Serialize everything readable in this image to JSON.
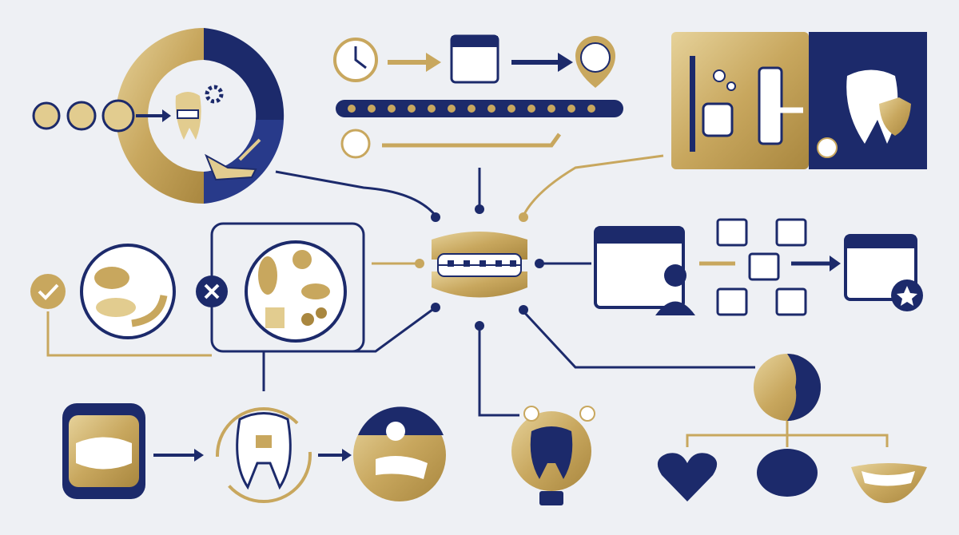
{
  "colors": {
    "navy": "#1c2a6b",
    "gold": "#c8a75e",
    "gold_light": "#e2cc8f",
    "background": "#eef0f4",
    "white": "#ffffff"
  },
  "diagram": {
    "center": {
      "icon": "braces-teeth-icon"
    },
    "clusters": [
      {
        "id": "growth-cycle",
        "icons": [
          "child-face-icon",
          "teen-face-icon",
          "adult-face-icon",
          "tooth-bracket-icon",
          "gear-icon",
          "jaw-icon"
        ]
      },
      {
        "id": "treatment-timeline",
        "icons": [
          "clock-icon",
          "calendar-icon",
          "clock-pin-icon",
          "timeline-bar",
          "small-clock-icon"
        ]
      },
      {
        "id": "hygiene",
        "icons": [
          "toothbrush-icon",
          "water-drops-icon",
          "floss-icon",
          "water-flosser-icon",
          "protected-tooth-icon",
          "check-icon"
        ]
      },
      {
        "id": "diet",
        "icons": [
          "check-icon",
          "soft-food-plate-icon",
          "x-icon",
          "hard-food-plate-icon"
        ]
      },
      {
        "id": "appointments",
        "icons": [
          "dentist-calendar-icon",
          "checked-calendar-icon",
          "star-calendar-icon"
        ]
      },
      {
        "id": "retainer",
        "icons": [
          "retainer-case-icon",
          "tooth-cycle-icon",
          "night-retainer-icon"
        ]
      },
      {
        "id": "insight",
        "icons": [
          "lightbulb-tooth-icon"
        ]
      },
      {
        "id": "wellbeing",
        "icons": [
          "profile-face-icon",
          "heart-icon",
          "brain-icon",
          "smile-icon"
        ]
      }
    ]
  }
}
